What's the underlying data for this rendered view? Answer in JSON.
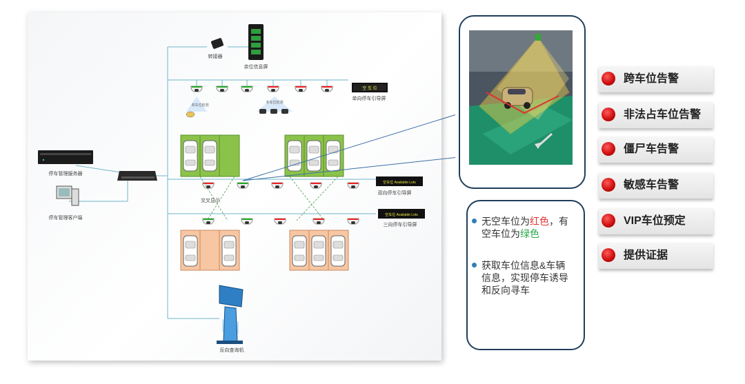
{
  "diagram": {
    "labels": {
      "converter": "转接器",
      "remaining_screen": "余位信息屏",
      "single_guide_screen": "单向停车引导屏",
      "double_guide_screen": "双向停车引导屏",
      "triple_guide_screen": "三向停车引导屏",
      "server": "停车管理服务器",
      "client": "停车管理客户端",
      "cross_display": "交叉显示",
      "query_kiosk": "反向查询机",
      "single_detect": "单车位检测",
      "multi_detect": "多车位检测"
    },
    "screens": {
      "single_text": "空  车  位",
      "double_text": "空车位  Available Lots",
      "triple_text": "空车位  Available Lots"
    }
  },
  "info": {
    "item1_a": "无空车位为",
    "item1_red": "红色",
    "item1_b": "，有空车位为",
    "item1_green": "绿色",
    "item2": "获取车位信息&车辆信息，实现停车诱导和反向寻车"
  },
  "alarms": [
    {
      "label": "跨车位告警"
    },
    {
      "label": "非法占车位告警"
    },
    {
      "label": "僵尸车告警"
    },
    {
      "label": "敏感车告警"
    },
    {
      "label": "VIP车位预定"
    },
    {
      "label": "提供证据"
    }
  ],
  "colors": {
    "frame": "#1f3d5c",
    "bullet": "#2f7fb5",
    "red": "#e03232",
    "green": "#2aa84a",
    "parking_green": "#8bc34a",
    "parking_orange": "#f7c6a3"
  }
}
